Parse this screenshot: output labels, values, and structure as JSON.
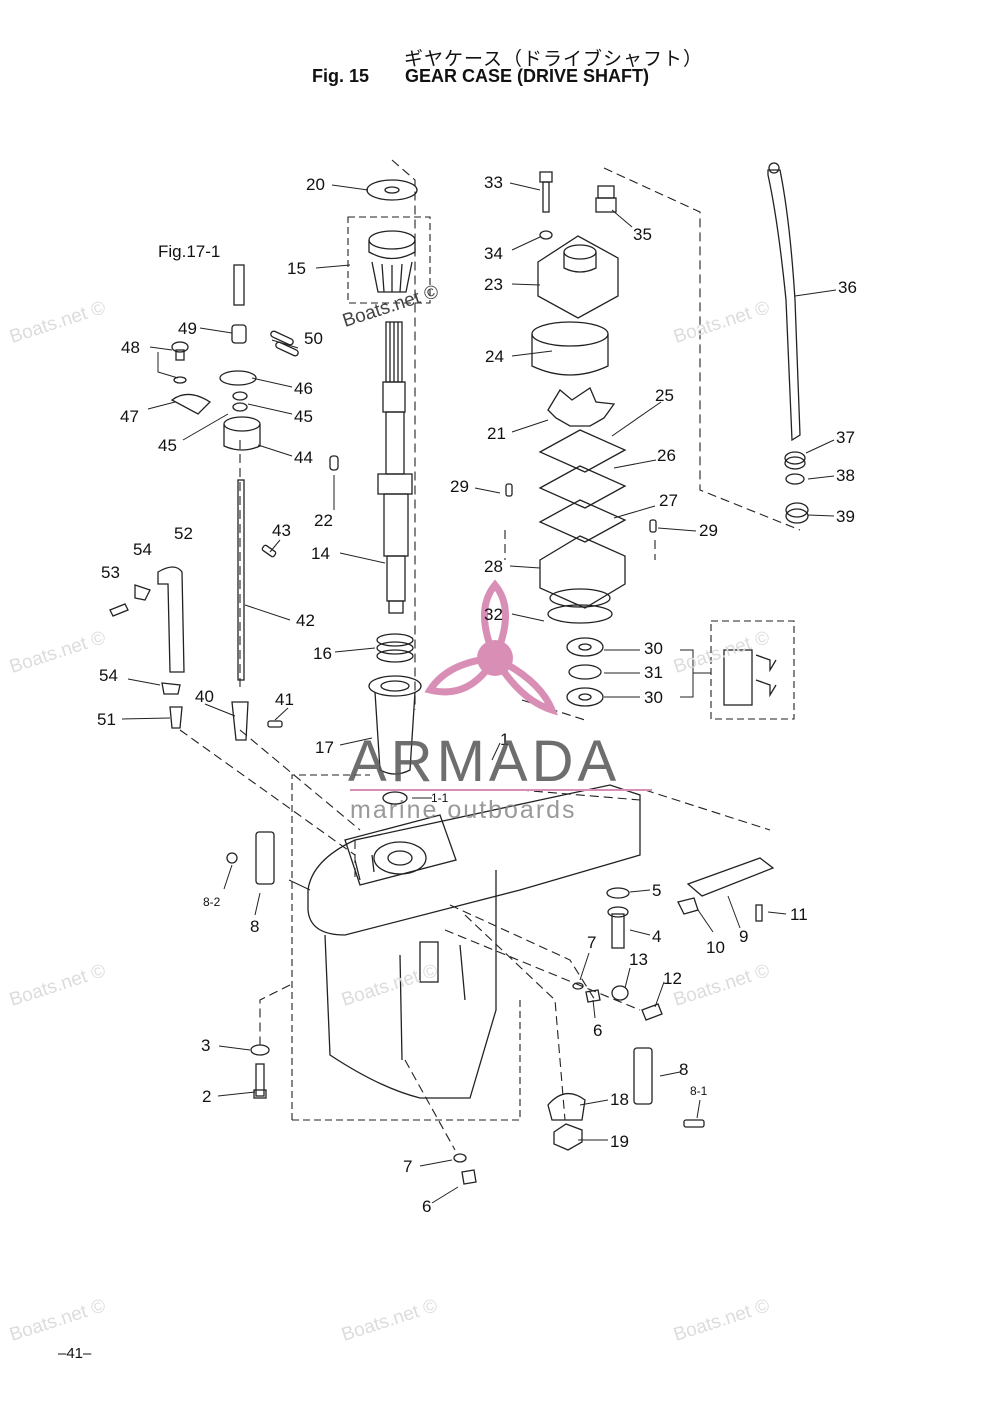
{
  "title": {
    "japanese": "ギヤケース（ドライブシャフト）",
    "figure_number": "Fig. 15",
    "english": "GEAR CASE (DRIVE SHAFT)"
  },
  "page_number": "–41–",
  "reference_label": "Fig.17-1",
  "watermark": {
    "text": "Boats.net ©",
    "brand": "ARMADA",
    "brand_tagline": "marine outboards",
    "brand_color": "#d98fb5"
  },
  "callouts": [
    {
      "id": "c20",
      "text": "20"
    },
    {
      "id": "c15",
      "text": "15"
    },
    {
      "id": "c49",
      "text": "49"
    },
    {
      "id": "c50",
      "text": "50"
    },
    {
      "id": "c48",
      "text": "48"
    },
    {
      "id": "c46",
      "text": "46"
    },
    {
      "id": "c45a",
      "text": "45"
    },
    {
      "id": "c47",
      "text": "47"
    },
    {
      "id": "c45b",
      "text": "45"
    },
    {
      "id": "c44",
      "text": "44"
    },
    {
      "id": "c22",
      "text": "22"
    },
    {
      "id": "c43",
      "text": "43"
    },
    {
      "id": "c14",
      "text": "14"
    },
    {
      "id": "c52",
      "text": "52"
    },
    {
      "id": "c54a",
      "text": "54"
    },
    {
      "id": "c53",
      "text": "53"
    },
    {
      "id": "c42",
      "text": "42"
    },
    {
      "id": "c16",
      "text": "16"
    },
    {
      "id": "c54b",
      "text": "54"
    },
    {
      "id": "c40",
      "text": "40"
    },
    {
      "id": "c41",
      "text": "41"
    },
    {
      "id": "c51",
      "text": "51"
    },
    {
      "id": "c17",
      "text": "17"
    },
    {
      "id": "c1",
      "text": "1"
    },
    {
      "id": "c1_1",
      "text": "1-1"
    },
    {
      "id": "c33",
      "text": "33"
    },
    {
      "id": "c35",
      "text": "35"
    },
    {
      "id": "c34",
      "text": "34"
    },
    {
      "id": "c23",
      "text": "23"
    },
    {
      "id": "c36",
      "text": "36"
    },
    {
      "id": "c24",
      "text": "24"
    },
    {
      "id": "c25",
      "text": "25"
    },
    {
      "id": "c21",
      "text": "21"
    },
    {
      "id": "c37",
      "text": "37"
    },
    {
      "id": "c26",
      "text": "26"
    },
    {
      "id": "c38",
      "text": "38"
    },
    {
      "id": "c29a",
      "text": "29"
    },
    {
      "id": "c27",
      "text": "27"
    },
    {
      "id": "c39",
      "text": "39"
    },
    {
      "id": "c29b",
      "text": "29"
    },
    {
      "id": "c28",
      "text": "28"
    },
    {
      "id": "c32",
      "text": "32"
    },
    {
      "id": "c30a",
      "text": "30"
    },
    {
      "id": "c31",
      "text": "31"
    },
    {
      "id": "c30b",
      "text": "30"
    },
    {
      "id": "c8_2",
      "text": "8-2"
    },
    {
      "id": "c8a",
      "text": "8"
    },
    {
      "id": "c5",
      "text": "5"
    },
    {
      "id": "c11",
      "text": "11"
    },
    {
      "id": "c4",
      "text": "4"
    },
    {
      "id": "c10",
      "text": "10"
    },
    {
      "id": "c9",
      "text": "9"
    },
    {
      "id": "c7a",
      "text": "7"
    },
    {
      "id": "c13",
      "text": "13"
    },
    {
      "id": "c12",
      "text": "12"
    },
    {
      "id": "c6a",
      "text": "6"
    },
    {
      "id": "c3",
      "text": "3"
    },
    {
      "id": "c8b",
      "text": "8"
    },
    {
      "id": "c8_1",
      "text": "8-1"
    },
    {
      "id": "c2",
      "text": "2"
    },
    {
      "id": "c18",
      "text": "18"
    },
    {
      "id": "c19",
      "text": "19"
    },
    {
      "id": "c7b",
      "text": "7"
    },
    {
      "id": "c6b",
      "text": "6"
    }
  ]
}
